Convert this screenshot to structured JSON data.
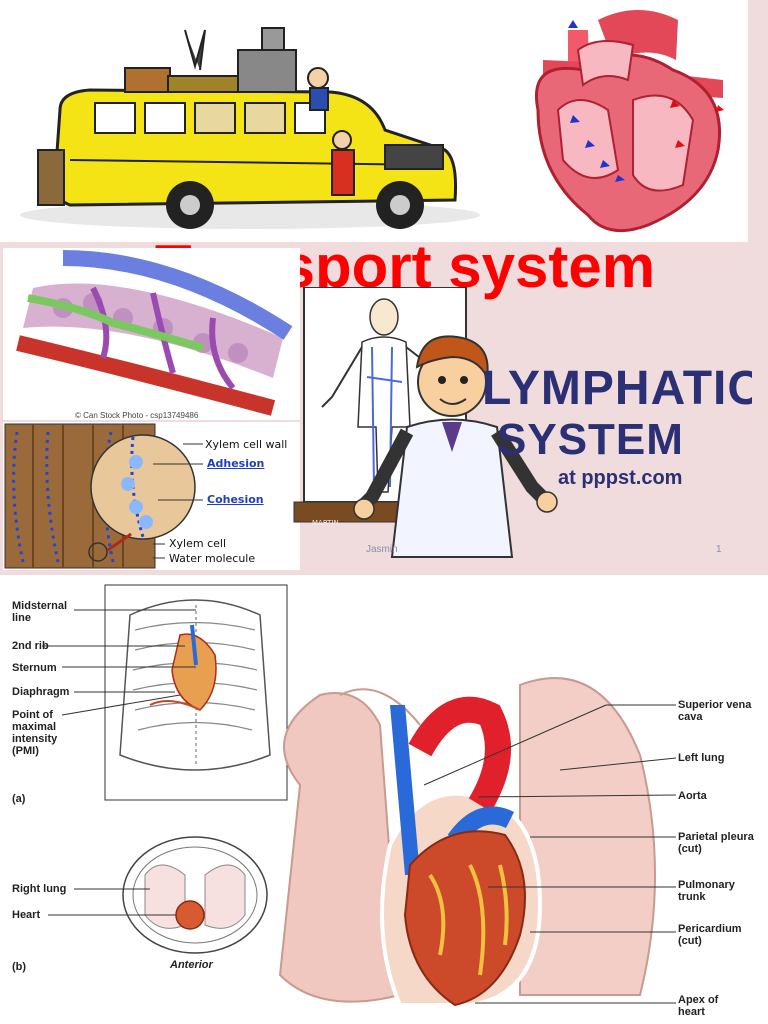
{
  "slide": {
    "title": "Transport system",
    "footer_author": "Jasmin",
    "page_number": "1"
  },
  "images": {
    "vessel_copyright": "© Can Stock Photo - csp13749486",
    "xylem_labels": {
      "cell_wall": "Xylem cell wall",
      "adhesion": "Adhesion",
      "cohesion": "Cohesion",
      "xylem_cell": "Xylem cell",
      "water_molecule": "Water molecule"
    },
    "lymphatic": {
      "line1": "LYMPHATIC",
      "line2": "SYSTEM",
      "line3": "at pppst.com",
      "board_label": "MARTIN"
    }
  },
  "anatomy": {
    "left_labels": [
      "Midsternal line",
      "2nd rib",
      "Sternum",
      "Diaphragm",
      "Point of maximal intensity (PMI)"
    ],
    "panel_a": "(a)",
    "panel_b": "(b)",
    "cross_labels": [
      "Right lung",
      "Heart"
    ],
    "anterior": "Anterior",
    "right_labels": [
      "Superior vena cava",
      "Left lung",
      "Aorta",
      "Parietal pleura (cut)",
      "Pulmonary trunk",
      "Pericardium (cut)",
      "Apex of heart"
    ]
  },
  "colors": {
    "title": "#ff0000",
    "slide_bg": "#f0dcdc",
    "lymph_text": "#2b2f74",
    "bus": "#f5e415"
  }
}
